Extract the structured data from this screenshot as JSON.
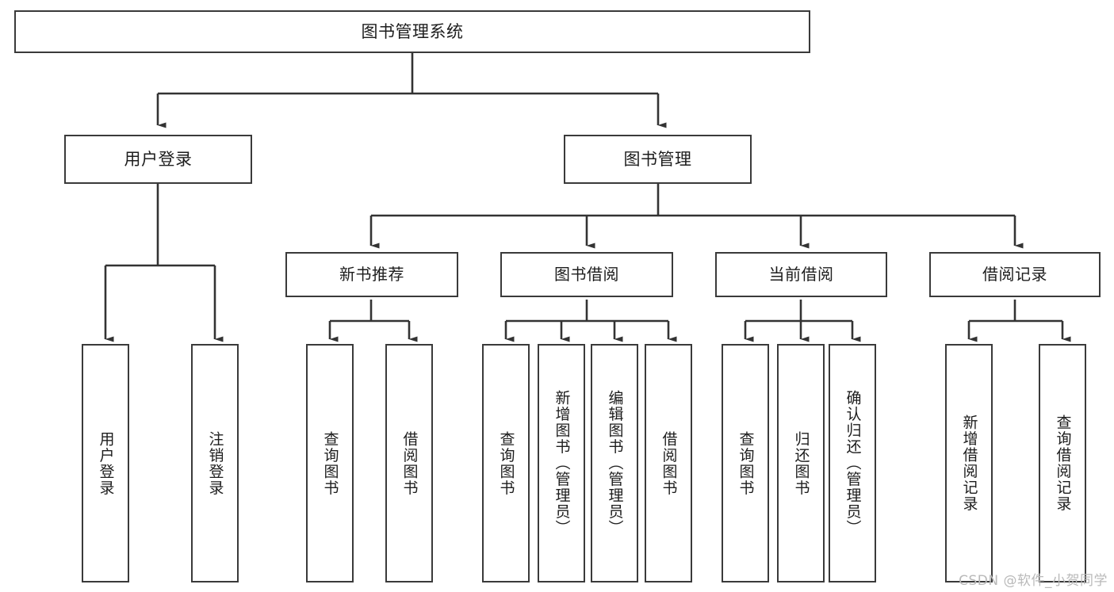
{
  "diagram": {
    "type": "tree",
    "title": "图书管理系统",
    "watermark": "CSDN @软件_小贺同学",
    "colors": {
      "box_stroke": "#3a3a3a",
      "box_fill": "#ffffff",
      "connector": "#333333",
      "text": "#1d1d1d",
      "watermark": "#b9b9b9"
    },
    "nodes": {
      "root": {
        "label": "图书管理系统"
      },
      "level2": [
        {
          "label": "用户登录"
        },
        {
          "label": "图书管理"
        }
      ],
      "level3": [
        {
          "label": "新书推荐"
        },
        {
          "label": "图书借阅"
        },
        {
          "label": "当前借阅"
        },
        {
          "label": "借阅记录"
        }
      ],
      "leaves_user_login": [
        {
          "label": "用户登录"
        },
        {
          "label": "注销登录"
        }
      ],
      "leaves_new_books": [
        {
          "label": "查询图书"
        },
        {
          "label": "借阅图书"
        }
      ],
      "leaves_borrow": [
        {
          "label": "查询图书"
        },
        {
          "label": "新增图书（管理员）"
        },
        {
          "label": "编辑图书（管理员）"
        },
        {
          "label": "借阅图书"
        }
      ],
      "leaves_current": [
        {
          "label": "查询图书"
        },
        {
          "label": "归还图书"
        },
        {
          "label": "确认归还（管理员）"
        }
      ],
      "leaves_records": [
        {
          "label": "新增借阅记录"
        },
        {
          "label": "查询借阅记录"
        }
      ]
    }
  }
}
